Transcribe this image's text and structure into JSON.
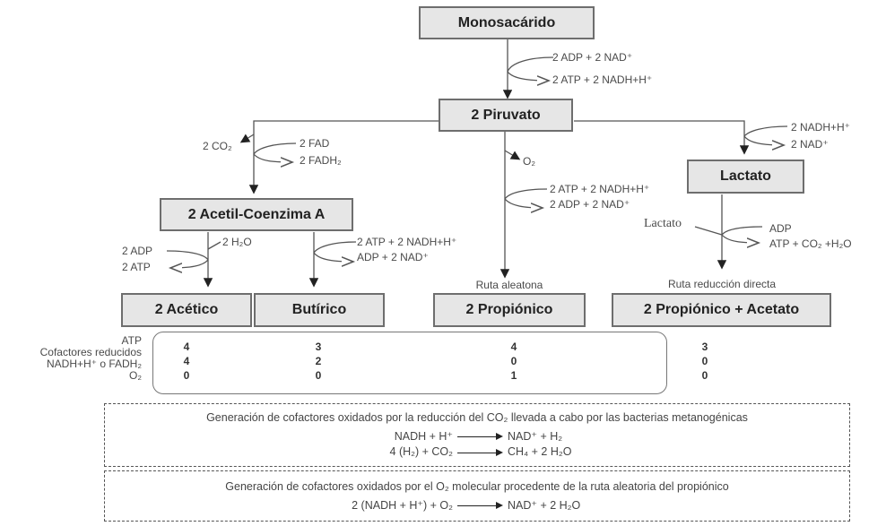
{
  "nodes": {
    "monosacarido": "Monosacárido",
    "piruvato": "2 Piruvato",
    "acetil_coa": "2 Acetil-Coenzima A",
    "lactato": "Lactato",
    "acetico": "2 Acético",
    "butirico": "Butírico",
    "propionico": "2 Propiónico",
    "propionico_acetato": "2 Propiónico + Acetato"
  },
  "reactions": {
    "glycolysis_in": "2 ADP + 2 NAD⁺",
    "glycolysis_out": "2 ATP + 2 NADH+H⁺",
    "acetyl_co2": "2 CO₂",
    "acetyl_in": "2 FAD",
    "acetyl_out": "2 FADH₂",
    "aleatoria_o2": "O₂",
    "aleatoria_in": "2 ATP + 2 NADH+H⁺",
    "aleatoria_out": "2 ADP + 2 NAD⁺",
    "lactato_in": "2 NADH+H⁺",
    "lactato_out": "2 NAD⁺",
    "acetico_in": "2 ADP",
    "acetico_out": "2 ATP",
    "acetico_h2o": "2 H₂O",
    "butirico_in": "2 ATP + 2 NADH+H⁺",
    "butirico_out": "ADP + 2 NAD⁺",
    "directa_lactato": "Lactato",
    "directa_in": "ADP",
    "directa_out": "ATP + CO₂ +H₂O"
  },
  "route_labels": {
    "aleatoria": "Ruta aleatona",
    "directa": "Ruta reducción directa"
  },
  "summary_table": {
    "row_labels": [
      "ATP",
      "Cofactores reducidos",
      "NADH+H⁺ o FADH₂",
      "O₂"
    ],
    "columns": [
      {
        "product": "2 Acético",
        "atp": "4",
        "cofactores": "4",
        "o2": "0"
      },
      {
        "product": "Butírico",
        "atp": "3",
        "cofactores": "2",
        "o2": "0"
      },
      {
        "product": "2 Propiónico",
        "atp": "4",
        "cofactores": "0",
        "o2": "1"
      },
      {
        "product": "2 Propiónico + Acetato",
        "atp": "3",
        "cofactores": "0",
        "o2": "0"
      }
    ]
  },
  "box_methanogenic": {
    "title": "Generación de cofactores oxidados por la reducción del CO₂ llevada a cabo por las bacterias  metanogénicas",
    "eq1_left": "NADH + H⁺",
    "eq1_right": "NAD⁺ + H₂",
    "eq2_left": "4 (H₂) + CO₂",
    "eq2_right": "CH₄ + 2 H₂O"
  },
  "box_oxygen": {
    "title": "Generación de cofactores oxidados por el O₂ molecular  procedente de la ruta aleatoria  del propiónico",
    "eq1_left": "2 (NADH + H⁺) + O₂",
    "eq1_right": "NAD⁺ + 2 H₂O"
  }
}
